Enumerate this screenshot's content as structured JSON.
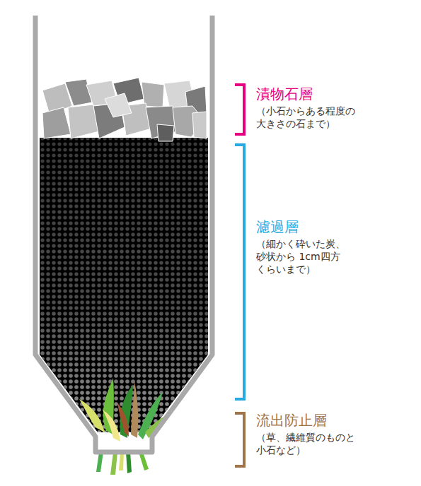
{
  "diagram": {
    "labels": [
      "漬物石層",
      "（小石からある程度の 大きさの石まで）",
      "濾過層",
      "（細かく砕いた炭、 砂状から 1cm四方 くらいまで）",
      "流出防止層",
      "（草、繊維質のものと 小石など）"
    ]
  }
}
